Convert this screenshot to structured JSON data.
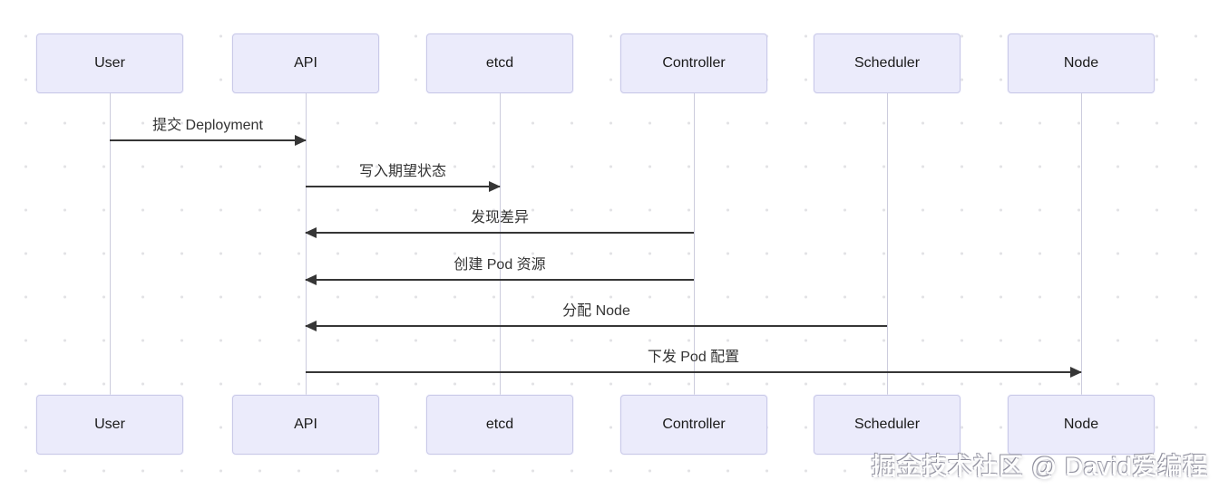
{
  "diagram": {
    "type": "sequence",
    "actors": [
      {
        "id": "user",
        "label": "User"
      },
      {
        "id": "api",
        "label": "API"
      },
      {
        "id": "etcd",
        "label": "etcd"
      },
      {
        "id": "controller",
        "label": "Controller"
      },
      {
        "id": "scheduler",
        "label": "Scheduler"
      },
      {
        "id": "node",
        "label": "Node"
      }
    ],
    "messages": [
      {
        "label": "提交 Deployment",
        "from": "User",
        "to": "API",
        "direction": "right"
      },
      {
        "label": "写入期望状态",
        "from": "API",
        "to": "etcd",
        "direction": "right"
      },
      {
        "label": "发现差异",
        "from": "Controller",
        "to": "API",
        "direction": "left"
      },
      {
        "label": "创建 Pod 资源",
        "from": "Controller",
        "to": "API",
        "direction": "left"
      },
      {
        "label": "分配 Node",
        "from": "Scheduler",
        "to": "API",
        "direction": "left"
      },
      {
        "label": "下发 Pod 配置",
        "from": "API",
        "to": "Node",
        "direction": "right"
      }
    ]
  },
  "watermark": {
    "text": "掘金技术社区 @ David爱编程"
  },
  "colors": {
    "actor_fill": "#ebebfb",
    "actor_border": "#c9c9e8",
    "lifeline": "#ccccdd",
    "arrow": "#363636"
  }
}
